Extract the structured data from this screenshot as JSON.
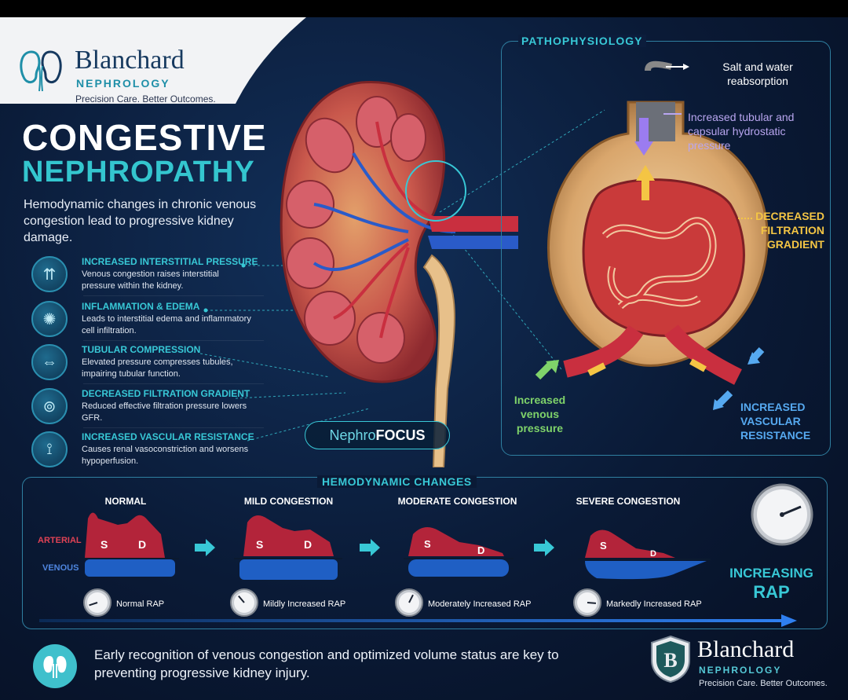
{
  "brand": {
    "name": "Blanchard",
    "sub": "NEPHROLOGY",
    "tagline": "Precision Care. Better Outcomes."
  },
  "title": {
    "line1": "CONGESTIVE",
    "line2": "NEPHROPATHY",
    "intro": "Hemodynamic changes in chronic venous congestion lead to progressive kidney damage."
  },
  "mechanisms": [
    {
      "heading": "INCREASED INTERSTITIAL PRESSURE",
      "text": "Venous congestion raises interstitial pressure within the kidney.",
      "icon": "upward-arrows-icon"
    },
    {
      "heading": "INFLAMMATION & EDEMA",
      "text": "Leads to interstitial edema and inflammatory cell infiltration.",
      "icon": "inflammation-icon"
    },
    {
      "heading": "TUBULAR COMPRESSION",
      "text": "Elevated pressure compresses tubules, impairing tubular function.",
      "icon": "compression-icon"
    },
    {
      "heading": "DECREASED FILTRATION GRADIENT",
      "text": "Reduced effective filtration pressure lowers GFR.",
      "icon": "filtration-icon"
    },
    {
      "heading": "INCREASED VASCULAR RESISTANCE",
      "text": "Causes renal vasoconstriction and worsens hypoperfusion.",
      "icon": "vessel-icon"
    }
  ],
  "badge": {
    "prefix": "Nephro",
    "bold": "FOCUS"
  },
  "patho": {
    "title": "PATHOPHYSIOLOGY",
    "salt": "Salt and water reabsorption",
    "tubular": "Increased tubular and capsular hydrostatic pressure",
    "filtration": "DECREASED FILTRATION GRADIENT",
    "venous": "Increased venous pressure",
    "vascular": "INCREASED VASCULAR RESISTANCE"
  },
  "hemo": {
    "title": "HEMODYNAMIC CHANGES",
    "arterial": "ARTERIAL",
    "venous": "VENOUS",
    "s": "S",
    "d": "D",
    "stages": [
      {
        "title": "NORMAL",
        "gauge": "Normal RAP",
        "level": 0.1
      },
      {
        "title": "MILD CONGESTION",
        "gauge": "Mildly Increased RAP",
        "level": 0.35
      },
      {
        "title": "MODERATE CONGESTION",
        "gauge": "Moderately Increased RAP",
        "level": 0.6
      },
      {
        "title": "SEVERE CONGESTION",
        "gauge": "Markedly Increased RAP",
        "level": 0.85
      }
    ],
    "rap_line1": "INCREASING",
    "rap_line2": "RAP"
  },
  "footer": {
    "text": "Early recognition of venous congestion and optimized volume status are key to preventing progressive kidney injury.",
    "brand": "Blanchard",
    "sub": "NEPHROLOGY",
    "tagline": "Precision Care. Better Outcomes."
  },
  "colors": {
    "accent": "#38c8d6",
    "arterial": "#b3243a",
    "venous": "#1f5fc4",
    "yellow": "#f4c544",
    "purple": "#b9a6f0",
    "green": "#7fd36a"
  }
}
